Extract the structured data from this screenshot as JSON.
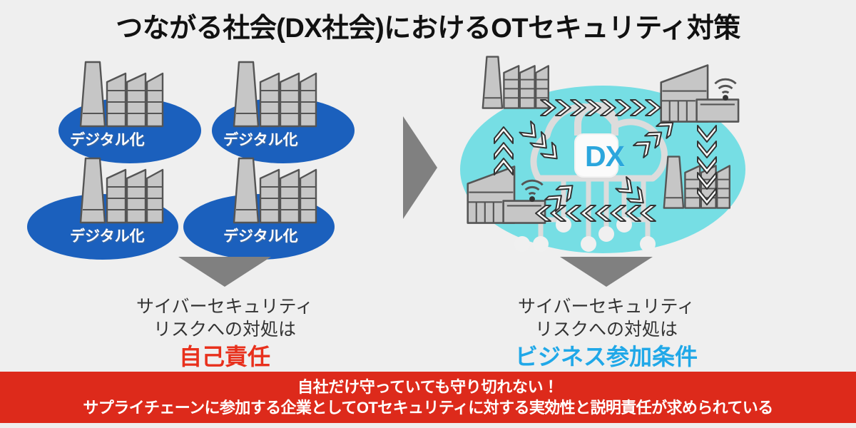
{
  "page": {
    "title": "つながる社会(DX社会)におけるOTセキュリティ対策",
    "background_color": "#efefef"
  },
  "colors": {
    "digital_ellipse_blue": "#1b60bd",
    "dx_ellipse_cyan": "#76dee4",
    "dx_text_blue": "#2ba6dd",
    "emphasis_red": "#e8301c",
    "emphasis_blue": "#20a8e8",
    "banner_red": "#dd2a1b",
    "arrow_gray": "#808080",
    "icon_fill_gray": "#c6c6c6",
    "icon_stroke_gray": "#555555"
  },
  "left_panel": {
    "name": "siloed-digitalization",
    "nodes": [
      {
        "label": "デジタル化",
        "icon": "factory-icon"
      },
      {
        "label": "デジタル化",
        "icon": "factory-icon"
      },
      {
        "label": "デジタル化",
        "icon": "factory-icon"
      },
      {
        "label": "デジタル化",
        "icon": "factory-icon"
      }
    ]
  },
  "center": {
    "transition_arrow": "right-arrow-icon"
  },
  "right_panel": {
    "name": "connected-dx-society",
    "center_label": "DX",
    "center_icon": "cloud-lock-icon",
    "buildings": [
      {
        "icon": "factory-icon",
        "position": "top-left"
      },
      {
        "icon": "smart-building-wifi-icon",
        "position": "top-right"
      },
      {
        "icon": "smart-building-wifi-icon",
        "position": "bottom-left"
      },
      {
        "icon": "factory-icon",
        "position": "bottom-right"
      }
    ],
    "flow_arrows": [
      {
        "icon": "chevron-right-icon",
        "position": "top"
      },
      {
        "icon": "chevron-left-icon",
        "position": "bottom"
      },
      {
        "icon": "chevron-up-icon",
        "position": "left"
      },
      {
        "icon": "chevron-down-icon",
        "position": "right"
      },
      {
        "icon": "chevron-diagonal-icon",
        "position": "upper-left-inbound"
      },
      {
        "icon": "chevron-diagonal-icon",
        "position": "upper-right-outbound"
      },
      {
        "icon": "chevron-diagonal-icon",
        "position": "lower-left-outbound"
      },
      {
        "icon": "chevron-diagonal-icon",
        "position": "lower-right-inbound"
      }
    ]
  },
  "captions": {
    "left": {
      "line1": "サイバーセキュリティ",
      "line2": "リスクへの対処は",
      "emphasis": "自己責任",
      "emphasis_color": "#e8301c",
      "arrow": "down-arrow-icon"
    },
    "right": {
      "line1": "サイバーセキュリティ",
      "line2": "リスクへの対処は",
      "emphasis": "ビジネス参加条件",
      "emphasis_color": "#20a8e8",
      "arrow": "down-arrow-icon"
    }
  },
  "banner": {
    "line1": "自社だけ守っていても守り切れない！",
    "line2": "サプライチェーンに参加する企業としてOTセキュリティに対する実効性と説明責任が求められている"
  }
}
